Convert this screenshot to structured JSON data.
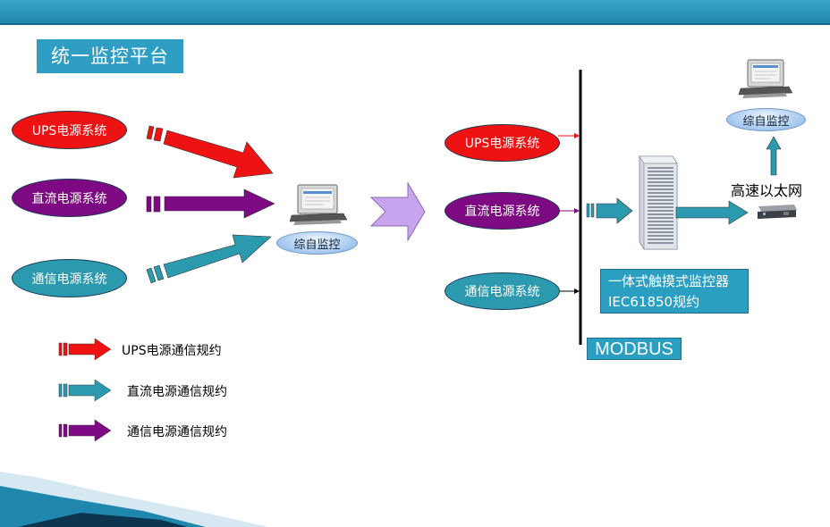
{
  "title": "统一监控平台",
  "left_systems": [
    "UPS电源系统",
    "直流电源系统",
    "通信电源系统"
  ],
  "left_monitor_label": "综自监控",
  "right_systems": [
    "UPS电源系统",
    "直流电源系统",
    "通信电源系统"
  ],
  "monitor_device": {
    "line1": "一体式触摸式监控器",
    "line2": "IEC61850规约"
  },
  "bus_label": "MODBUS",
  "network_label": "高速以太网",
  "top_monitor_label": "综自监控",
  "legend": [
    "UPS电源通信规约",
    "直流电源通信规约",
    "通信电源通信规约"
  ],
  "colors": {
    "header": "#2e9ec5",
    "red": "#ef1212",
    "purple": "#7d0a82",
    "teal": "#2b9aaf"
  }
}
